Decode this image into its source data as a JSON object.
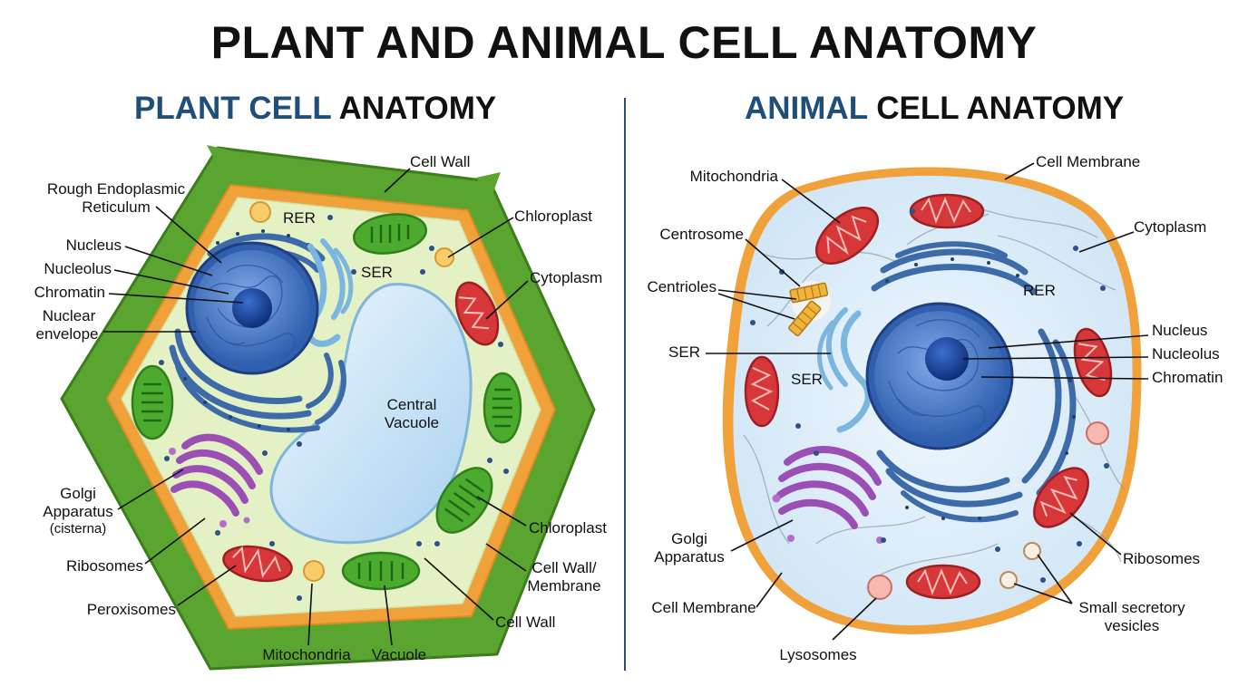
{
  "title": "PLANT AND ANIMAL CELL ANATOMY",
  "plant": {
    "subtitle_accent": "PLANT CELL",
    "subtitle_rest": "ANATOMY",
    "labels": {
      "cell_wall_top": "Cell Wall",
      "rough_er_line1": "Rough Endoplasmic",
      "rough_er_line2": "Reticulum",
      "rer": "RER",
      "ser": "SER",
      "chloroplast_top": "Chloroplast",
      "nucleus": "Nucleus",
      "nucleolus": "Nucleolus",
      "chromatin": "Chromatin",
      "cytoplasm": "Cytoplasm",
      "nuclear_line1": "Nuclear",
      "nuclear_line2": "envelope",
      "vacuole_line1": "Central",
      "vacuole_line2": "Vacuole",
      "golgi_line1": "Golgi",
      "golgi_line2": "Apparatus",
      "golgi_line3": "(cisterna)",
      "chloroplast_bottom": "Chloroplast",
      "ribosomes": "Ribosomes",
      "cell_wall_membrane_line1": "Cell Wall/",
      "cell_wall_membrane_line2": "Membrane",
      "peroxisomes": "Peroxisomes",
      "cell_wall_bottom": "Cell Wall",
      "mitochondria": "Mitochondria",
      "vacuole": "Vacuole"
    }
  },
  "animal": {
    "subtitle_accent": "ANIMAL",
    "subtitle_rest": "CELL ANATOMY",
    "labels": {
      "mitochondria": "Mitochondria",
      "cell_membrane_top": "Cell Membrane",
      "cytoplasm": "Cytoplasm",
      "centrosome": "Centrosome",
      "centrioles": "Centrioles",
      "rer": "RER",
      "nucleus": "Nucleus",
      "ser_outer": "SER",
      "nucleolus": "Nucleolus",
      "ser_inner": "SER",
      "chromatin": "Chromatin",
      "golgi_line1": "Golgi",
      "golgi_line2": "Apparatus",
      "ribosomes": "Ribosomes",
      "cell_membrane_bottom": "Cell Membrane",
      "vesicles_line1": "Small secretory",
      "vesicles_line2": "vesicles",
      "lysosomes": "Lysosomes"
    }
  },
  "colors": {
    "accent_blue": "#1f4e79",
    "cell_wall_green": "#5aa530",
    "membrane_orange": "#f0a13a",
    "plant_cytoplasm": "#e3f1c4",
    "animal_cytoplasm": "#dcecf8",
    "nucleus_blue": "#3f74c4",
    "er_blue": "#3d6aa8",
    "ser_light_blue": "#7ab6df",
    "mitochondria_red": "#d8373a",
    "chloroplast_green": "#4caa2f",
    "golgi_purple": "#9b4fb5",
    "vacuole_blue": "#bcdcf4"
  }
}
